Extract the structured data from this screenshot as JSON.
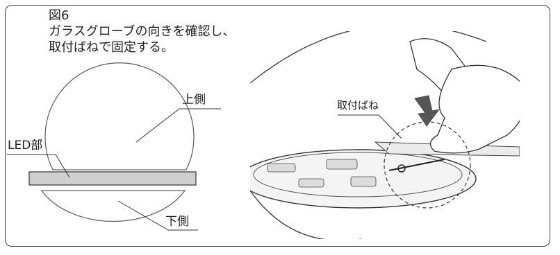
{
  "figure": {
    "number_label": "図6",
    "caption_line1": "ガラスグローブの向きを確認し、",
    "caption_line2": "取付ばねで固定する。"
  },
  "left_diagram": {
    "label_top": "上側",
    "label_led": "LED部",
    "label_bottom": "下側"
  },
  "right_photo": {
    "label_spring": "取付ばね"
  }
}
